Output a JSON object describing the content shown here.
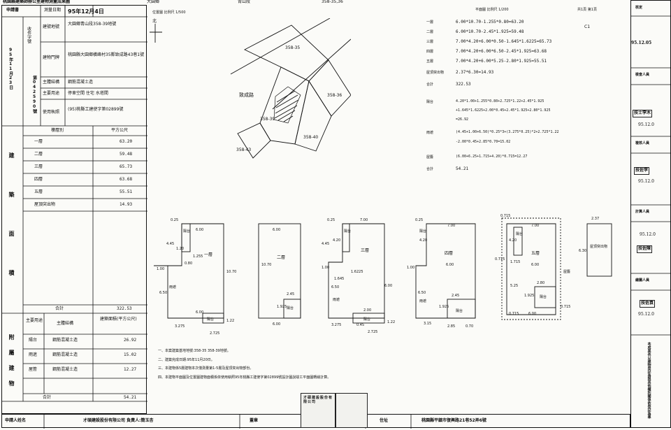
{
  "header": {
    "title": "桃園縣建築師辦公室建物測量成果圖",
    "top_mid_a": "大園鄉",
    "top_mid_b": "青山段",
    "top_mid_c": "358-35,36"
  },
  "left_table": {
    "apply_label": "申請書",
    "survey_date_label": "測量日期",
    "survey_date_value": "95年12月4日",
    "building_address_label": "建號地號",
    "building_address_value": "大園鄉青山段358-39地號",
    "year_label": "95年11月23日",
    "doc_no_label": "第042590號",
    "permit_label": "收件字號",
    "door_label": "建物門牌",
    "door_value": "桃園縣大園鄉橫峰村35鄰致成路43巷1號",
    "main_struct_label": "主體結構",
    "main_struct_value": "鋼筋混凝土造",
    "main_use_label": "主要用途",
    "main_use_value": "停車空間 住宅 水塔間",
    "license_label": "使用執照",
    "license_value": "(95)桃縣工建使字第02899號",
    "vertical_main": "建築面積",
    "floors_header_a": "樓層別",
    "floors_header_b": "平方公尺",
    "floors": [
      {
        "name": "一層",
        "area": "63.20"
      },
      {
        "name": "二層",
        "area": "59.48"
      },
      {
        "name": "三層",
        "area": "65.73"
      },
      {
        "name": "四層",
        "area": "63.68"
      },
      {
        "name": "五層",
        "area": "55.51"
      },
      {
        "name": "屋頂突出物",
        "area": "14.93"
      }
    ],
    "subtotal_label": "合計",
    "subtotal_value": "322.53",
    "attached_vertical": "附屬建物",
    "attached_header_a": "主要用途",
    "attached_header_b": "主體結構",
    "attached_header_c": "建築面積(平方公尺)",
    "attached": [
      {
        "use": "陽台",
        "struct": "鋼筋混凝土造",
        "area": "26.92"
      },
      {
        "use": "雨遮",
        "struct": "鋼筋混凝土造",
        "area": "15.02"
      },
      {
        "use": "屋簷",
        "struct": "鋼筋混凝土造",
        "area": "12.27"
      }
    ],
    "attached_total_label": "合計",
    "attached_total_value": "54.21",
    "applicant_label": "申請人姓名",
    "applicant_value": "才碩建設股份有限公司 負責人:簡玉杏"
  },
  "site_plan": {
    "label_a": "位置圖 比例尺 1/500",
    "label_b": "平面圖 比例尺 1/200",
    "page_label": "共1頁 第1頁",
    "c1": "C1",
    "road": "致成路",
    "lots": [
      "358-35",
      "358-36",
      "358-39",
      "358-40",
      "358-43"
    ],
    "north": "北"
  },
  "calc": {
    "lines": [
      {
        "label": "一層",
        "expr": "6.00*10.70-1.255*0.80=63.20"
      },
      {
        "label": "二層",
        "expr": "6.00*10.70-2.45*1.925=59.48"
      },
      {
        "label": "三層",
        "expr": "7.00*4.20+6.00*0.50-1.645*1.6225=65.73"
      },
      {
        "label": "四層",
        "expr": "7.00*4.20+6.00*6.50-2.45*1.925=63.68"
      },
      {
        "label": "五層",
        "expr": "7.00*4.20+6.00*5.25-2.80*1.925=55.51"
      },
      {
        "label": "屋頂突出物",
        "expr": "2.37*6.30=14.93"
      },
      {
        "label": "合計",
        "expr": "322.53"
      },
      {
        "label": "陽台",
        "expr": "4.20*1.00+1.255*0.80+2.725*1.22+2.45*1.925"
      },
      {
        "label": "",
        "expr": "+1.645*1.6225+2.00*0.45+2.45*1.925+2.80*1.925"
      },
      {
        "label": "",
        "expr": "=26.92"
      },
      {
        "label": "雨遮",
        "expr": "(4.45+1.00+6.50)*0.25*3+(3.275*0.25)*2+2.725*1.22"
      },
      {
        "label": "",
        "expr": "-2.00*0.45+2.85*0.70=15.02"
      },
      {
        "label": "屋簷",
        "expr": "(6.00+6.25+1.715+4.20)*0.715=12.27"
      },
      {
        "label": "合計",
        "expr": "54.21"
      }
    ]
  },
  "floor_plans": [
    {
      "name": "一層",
      "dims": [
        "0.25",
        "6.00",
        "4.45",
        "1.20",
        "1.255",
        "0.80",
        "1.00",
        "6.50",
        "10.70",
        "6.00",
        "3.275",
        "2.725",
        "1.22"
      ],
      "labels": [
        "陽台",
        "雨遮",
        "陽台"
      ]
    },
    {
      "name": "二層",
      "dims": [
        "6.00",
        "10.70",
        "2.45",
        "1.925",
        "6.00"
      ],
      "labels": [
        "陽台"
      ]
    },
    {
      "name": "三層",
      "dims": [
        "0.25",
        "7.00",
        "4.45",
        "4.20",
        "1.00",
        "1.645",
        "1.6225",
        "6.50",
        "6.00",
        "2.00",
        "3.275",
        "0.45",
        "2.725",
        "1.22"
      ],
      "labels": [
        "陽台",
        "雨遮",
        "陽台"
      ]
    },
    {
      "name": "四層",
      "dims": [
        "0.25",
        "7.00",
        "4.20",
        "1.00",
        "6.00",
        "6.50",
        "2.45",
        "1.925",
        "3.15",
        "2.85",
        "0.70"
      ],
      "labels": [
        "陽台",
        "雨遮",
        "陽台"
      ]
    },
    {
      "name": "五層",
      "dims": [
        "0.715",
        "7.00",
        "4.20",
        "0.715",
        "1.715",
        "6.00",
        "5.25",
        "2.80",
        "1.925",
        "0.715",
        "6.00",
        "0.715"
      ],
      "labels": [
        "陽台",
        "屋簷",
        "陽台"
      ]
    },
    {
      "name": "屋頂突出物",
      "dims": [
        "2.37",
        "6.30"
      ],
      "labels": []
    }
  ],
  "notes": [
    "一、本案建築基地地號:358-35 358-39地號。",
    "二、建築完成日期:95年11月20日。",
    "三、本建物係5層建物本次僅測量第1-5層及屋頂突出物部份。",
    "四、本建物平面圖及位置圖建物面積係依使用執照95年桃縣工建使字第02899號設計圖說竣工平面圖轉繪計算。"
  ],
  "bottom_bar": {
    "seal_label": "蓋章",
    "address_label": "住址",
    "address_value": "桃園縣平鎮市復興路21巷52弄6號",
    "company_seal": "才碩建設股份有限公司"
  },
  "right_panel": {
    "rows": [
      {
        "label": "核定",
        "stamp": "95.12.05"
      },
      {
        "label": "檢查人員",
        "stamp": "技士李木"
      },
      {
        "label": "",
        "stamp": "95.12.0"
      },
      {
        "label": "複核人員",
        "stamp": "技佐李"
      },
      {
        "label": "",
        "stamp": "95.12.0"
      },
      {
        "label": "計算人員",
        "stamp": "95.12.0"
      },
      {
        "label": "",
        "stamp": "技佐陳"
      },
      {
        "label": "繪圖人員",
        "stamp": "技佐袁"
      },
      {
        "label": "",
        "stamp": "95.12.0"
      }
    ],
    "footer_vertical": "本成果表以建物登記為限其他權利關係依登記為準"
  }
}
